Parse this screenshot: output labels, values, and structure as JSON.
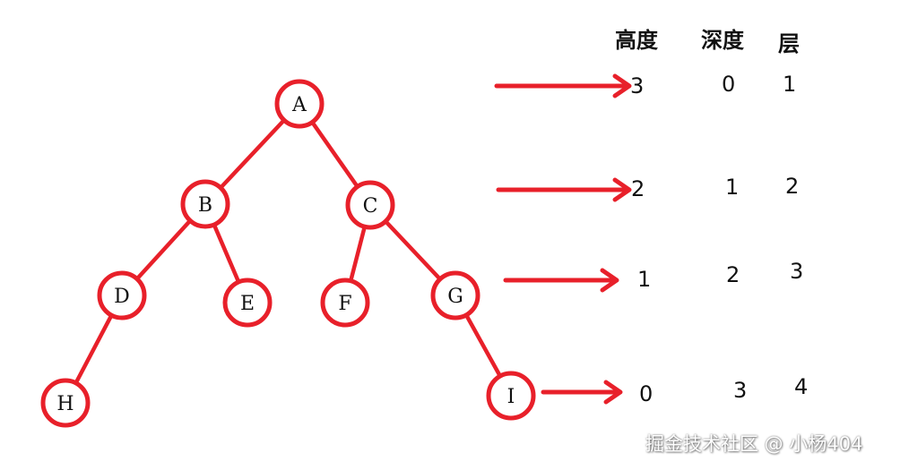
{
  "headers": {
    "height": "高度",
    "depth": "深度",
    "level": "层"
  },
  "nodes": [
    {
      "id": "A",
      "label": "A"
    },
    {
      "id": "B",
      "label": "B"
    },
    {
      "id": "C",
      "label": "C"
    },
    {
      "id": "D",
      "label": "D"
    },
    {
      "id": "E",
      "label": "E"
    },
    {
      "id": "F",
      "label": "F"
    },
    {
      "id": "G",
      "label": "G"
    },
    {
      "id": "H",
      "label": "H"
    },
    {
      "id": "I",
      "label": "I"
    }
  ],
  "edges": [
    [
      "A",
      "B"
    ],
    [
      "A",
      "C"
    ],
    [
      "B",
      "D"
    ],
    [
      "B",
      "E"
    ],
    [
      "C",
      "F"
    ],
    [
      "C",
      "G"
    ],
    [
      "D",
      "H"
    ],
    [
      "G",
      "I"
    ]
  ],
  "rows": [
    {
      "height": "3",
      "depth": "0",
      "level": "1"
    },
    {
      "height": "2",
      "depth": "1",
      "level": "2"
    },
    {
      "height": "1",
      "depth": "2",
      "level": "3"
    },
    {
      "height": "0",
      "depth": "3",
      "level": "4"
    }
  ],
  "colors": {
    "accent": "#e8202a",
    "text": "#111111"
  },
  "watermark": "掘金技术社区 @ 小杨404"
}
